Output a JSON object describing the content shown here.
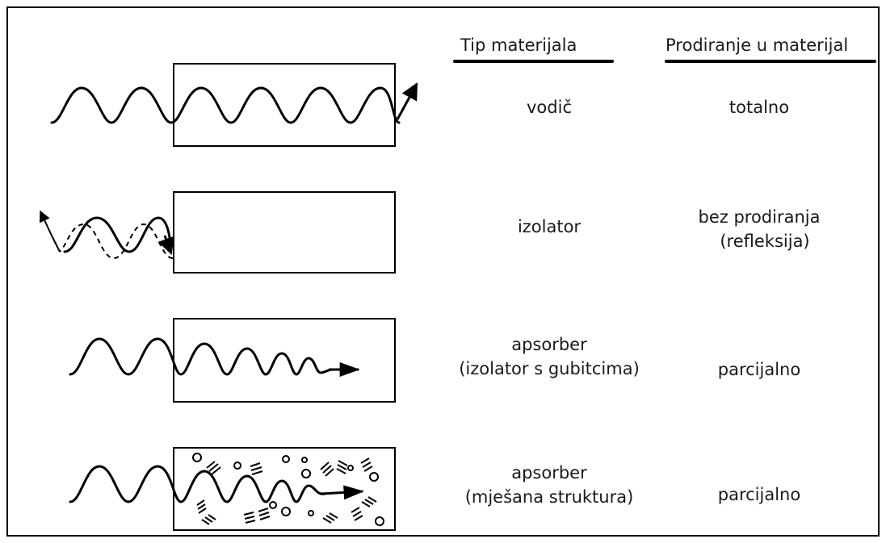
{
  "headers": {
    "material_type": "Tip materijala",
    "penetration": "Prodiranje u materijal"
  },
  "rows": [
    {
      "id": "conductor",
      "material": [
        "vodič"
      ],
      "penetration": [
        "totalno"
      ]
    },
    {
      "id": "insulator",
      "material": [
        "izolator"
      ],
      "penetration": [
        "bez prodiranja",
        "(refleksija)"
      ]
    },
    {
      "id": "absorber-lossy",
      "material": [
        "apsorber",
        "(izolator s gubitcima)"
      ],
      "penetration": [
        "parcijalno"
      ]
    },
    {
      "id": "absorber-mixed",
      "material": [
        "apsorber",
        "(mješana struktura)"
      ],
      "penetration": [
        "parcijalno"
      ]
    }
  ]
}
